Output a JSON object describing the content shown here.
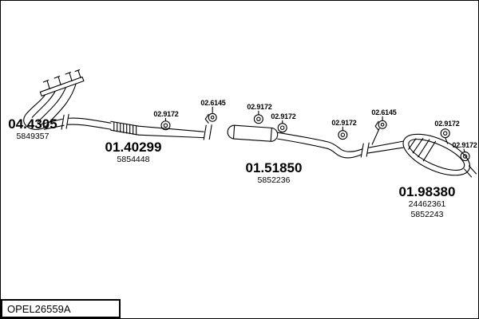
{
  "colors": {
    "line": "#000000",
    "background": "#ffffff"
  },
  "footer": {
    "drawing_code": "OPEL26559A"
  },
  "parts": {
    "manifold": {
      "code": "04.4305",
      "ref": "5849357"
    },
    "front_pipe": {
      "code": "01.40299",
      "ref": "5854448"
    },
    "center_muffler": {
      "code": "01.51850",
      "ref": "5852236"
    },
    "rear_muffler": {
      "code": "01.98380",
      "ref1": "24462361",
      "ref2": "5852243"
    },
    "hanger": {
      "code": "02.9172"
    },
    "clamp": {
      "code": "02.6145"
    }
  }
}
